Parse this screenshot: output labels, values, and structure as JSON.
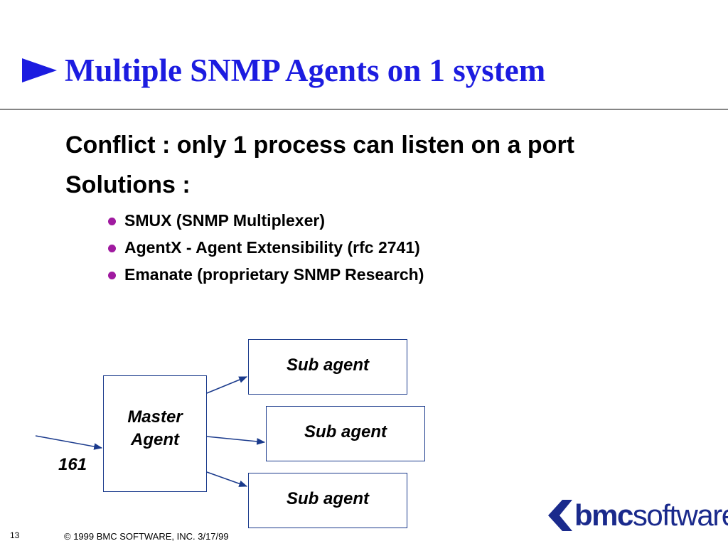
{
  "slide": {
    "title": "Multiple SNMP Agents on 1 system",
    "lines": [
      "Conflict : only 1 process can listen on a port",
      "Solutions :"
    ],
    "bullets": [
      "SMUX (SNMP Multiplexer)",
      "AgentX - Agent Extensibility (rfc 2741)",
      "Emanate (proprietary SNMP Research)"
    ]
  },
  "diagram": {
    "master": {
      "line1": "Master",
      "line2": "Agent"
    },
    "subagents": [
      "Sub agent",
      "Sub agent",
      "Sub agent"
    ],
    "port_label": "161"
  },
  "logo": {
    "part1": "bmc",
    "part2": "software"
  },
  "footer": {
    "page_number": "13",
    "copyright": "© 1999 BMC SOFTWARE, INC. 3/17/99"
  },
  "colors": {
    "title": "#1c1ce0",
    "bullet": "#a01aa0",
    "box_border": "#1a3a8c",
    "arrow": "#1a3a8c",
    "logo": "#1a2a8c"
  }
}
